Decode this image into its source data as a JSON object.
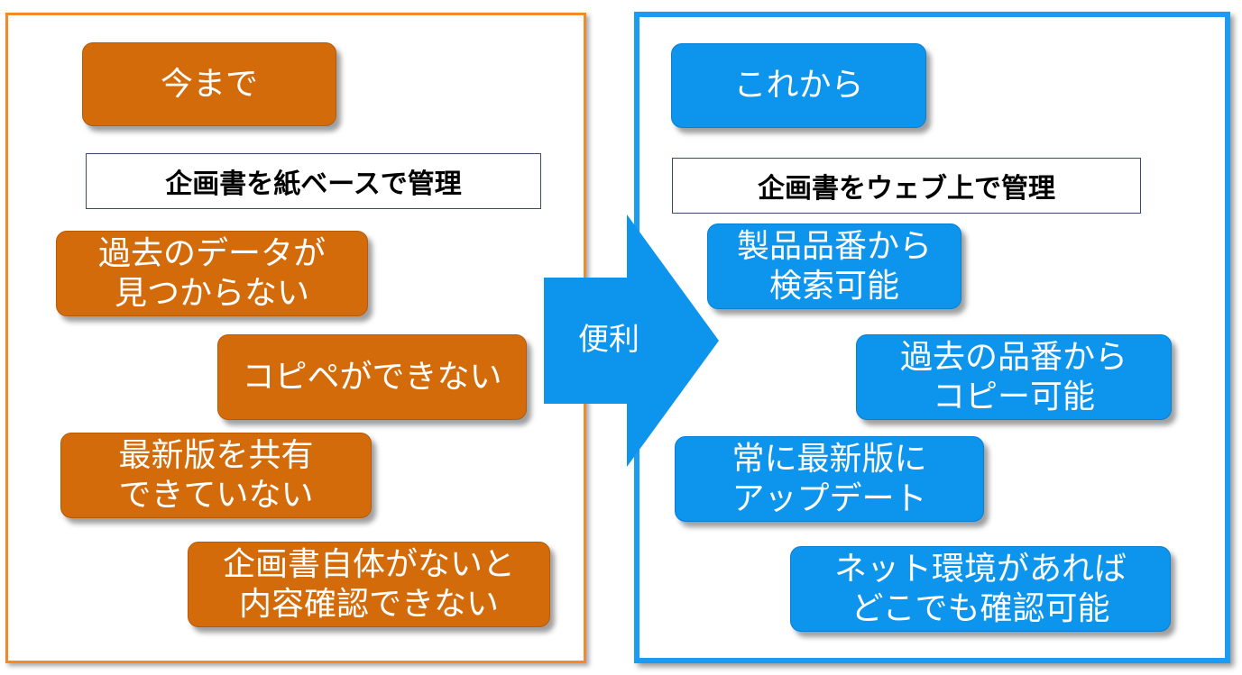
{
  "left_panel": {
    "header": "今まで",
    "subtitle": "企画書を紙ベースで管理",
    "items": [
      "過去のデータが\n見つからない",
      "コピペができない",
      "最新版を共有\nできていない",
      "企画書自体がないと\n内容確認できない"
    ]
  },
  "arrow": {
    "label": "便利"
  },
  "right_panel": {
    "header": "これから",
    "subtitle": "企画書をウェブ上で管理",
    "items": [
      "製品品番から\n検索可能",
      "過去の品番から\nコピー可能",
      "常に最新版に\nアップデート",
      "ネット環境があれば\nどこでも確認可能"
    ]
  },
  "colors": {
    "left_accent": "#d46b0a",
    "left_border": "#f08a2a",
    "right_accent": "#0d95ee",
    "right_border": "#1d9bf0"
  }
}
